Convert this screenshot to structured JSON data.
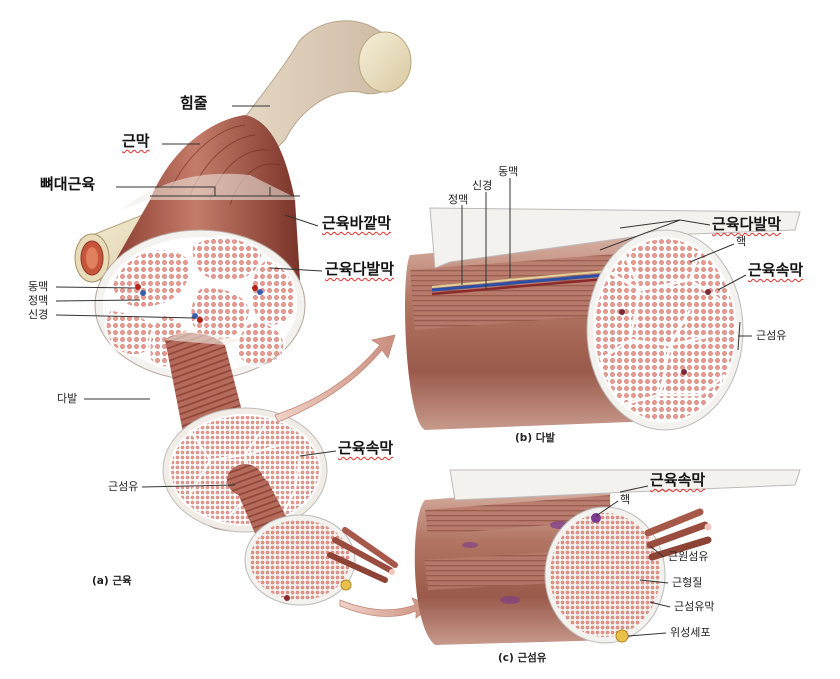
{
  "labels": {
    "tendon": "힘줄",
    "fascia": "근막",
    "skeletal_muscle": "뼈대근육",
    "epimysium": "근육바깥막",
    "perimysium": "근육다발막",
    "perimysium_b": "근육다발막",
    "artery": "동맥",
    "vein": "정맥",
    "nerve": "신경",
    "fascicle": "다발",
    "endomysium": "근육속막",
    "endomysium_b": "근육속막",
    "endomysium_c": "근육속막",
    "muscle_fiber": "근섬유",
    "muscle_fiber_b": "근섬유",
    "vein_b": "정맥",
    "nerve_b": "신경",
    "artery_b": "동맥",
    "nucleus_b": "핵",
    "nucleus_c": "핵",
    "myofibril": "근원섬유",
    "sarcoplasm": "근형질",
    "sarcolemma": "근섬유막",
    "satellite_cell": "위성세포"
  },
  "captions": {
    "a": "(a) 근육",
    "b": "(b) 다발",
    "c": "(c) 근섬유"
  },
  "colors": {
    "muscle": "#b96a5a",
    "muscle_light": "#e8b8aa",
    "fiber_fill": "#f0b6ad",
    "bone": "#efe4c6",
    "sheath": "#f4f2ee",
    "line": "#333333",
    "arrow": "#c98e7e",
    "spellcheck": "#e0302a"
  }
}
